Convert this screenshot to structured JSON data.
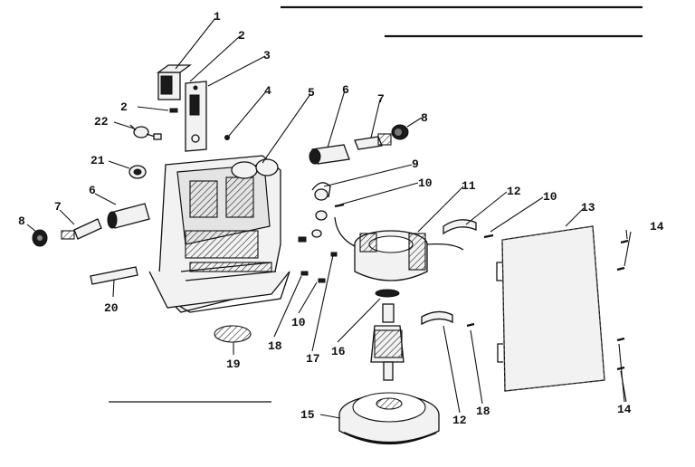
{
  "callouts": [
    {
      "id": "c1",
      "label": "1"
    },
    {
      "id": "c2a",
      "label": "2"
    },
    {
      "id": "c3",
      "label": "3"
    },
    {
      "id": "c2b",
      "label": "2"
    },
    {
      "id": "c4",
      "label": "4"
    },
    {
      "id": "c5",
      "label": "5"
    },
    {
      "id": "c6a",
      "label": "6"
    },
    {
      "id": "c7a",
      "label": "7"
    },
    {
      "id": "c8a",
      "label": "8"
    },
    {
      "id": "c22",
      "label": "22"
    },
    {
      "id": "c21",
      "label": "21"
    },
    {
      "id": "c9",
      "label": "9"
    },
    {
      "id": "c10a",
      "label": "10"
    },
    {
      "id": "c11",
      "label": "11"
    },
    {
      "id": "c12a",
      "label": "12"
    },
    {
      "id": "c10b",
      "label": "10"
    },
    {
      "id": "c13",
      "label": "13"
    },
    {
      "id": "c14a",
      "label": "14"
    },
    {
      "id": "c8b",
      "label": "8"
    },
    {
      "id": "c7b",
      "label": "7"
    },
    {
      "id": "c6b",
      "label": "6"
    },
    {
      "id": "c20",
      "label": "20"
    },
    {
      "id": "c10c",
      "label": "10"
    },
    {
      "id": "c18a",
      "label": "18"
    },
    {
      "id": "c17",
      "label": "17"
    },
    {
      "id": "c16",
      "label": "16"
    },
    {
      "id": "c19",
      "label": "19"
    },
    {
      "id": "c15",
      "label": "15"
    },
    {
      "id": "c12b",
      "label": "12"
    },
    {
      "id": "c18b",
      "label": "18"
    },
    {
      "id": "c14b",
      "label": "14"
    }
  ]
}
